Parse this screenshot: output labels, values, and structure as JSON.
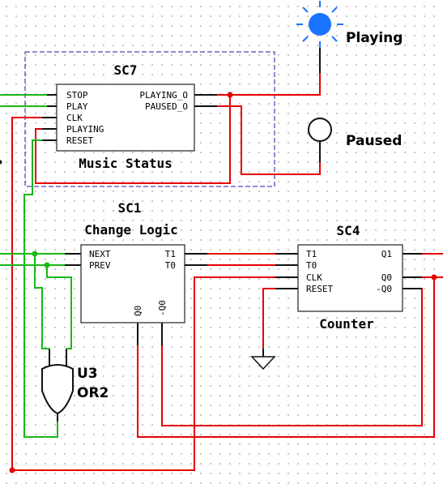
{
  "colors": {
    "wire_red": "#e60000",
    "wire_green": "#18b818",
    "led_on": "#1a73ff",
    "selection": "#1a1aa0",
    "grid_dot": "#b9b9b9"
  },
  "components": {
    "sc7": {
      "ref": "SC7",
      "name": "Music Status",
      "inputs": [
        "STOP",
        "PLAY",
        "CLK",
        "PLAYING",
        "RESET"
      ],
      "outputs": [
        "PLAYING_O",
        "PAUSED_O"
      ]
    },
    "sc1": {
      "ref": "SC1",
      "name": "Change Logic",
      "inputs": [
        "NEXT",
        "PREV"
      ],
      "outputs": [
        "T1",
        "T0"
      ],
      "bottom_pins": [
        "Q0",
        "-Q0"
      ]
    },
    "sc4": {
      "ref": "SC4",
      "name": "Counter",
      "inputs": [
        "T1",
        "T0",
        "CLK",
        "RESET"
      ],
      "outputs": [
        "Q1",
        "Q0",
        "-Q0"
      ]
    },
    "u3": {
      "ref": "U3",
      "type": "OR2"
    },
    "led_playing": {
      "label": "Playing",
      "state": "on"
    },
    "led_paused": {
      "label": "Paused",
      "state": "off"
    }
  }
}
